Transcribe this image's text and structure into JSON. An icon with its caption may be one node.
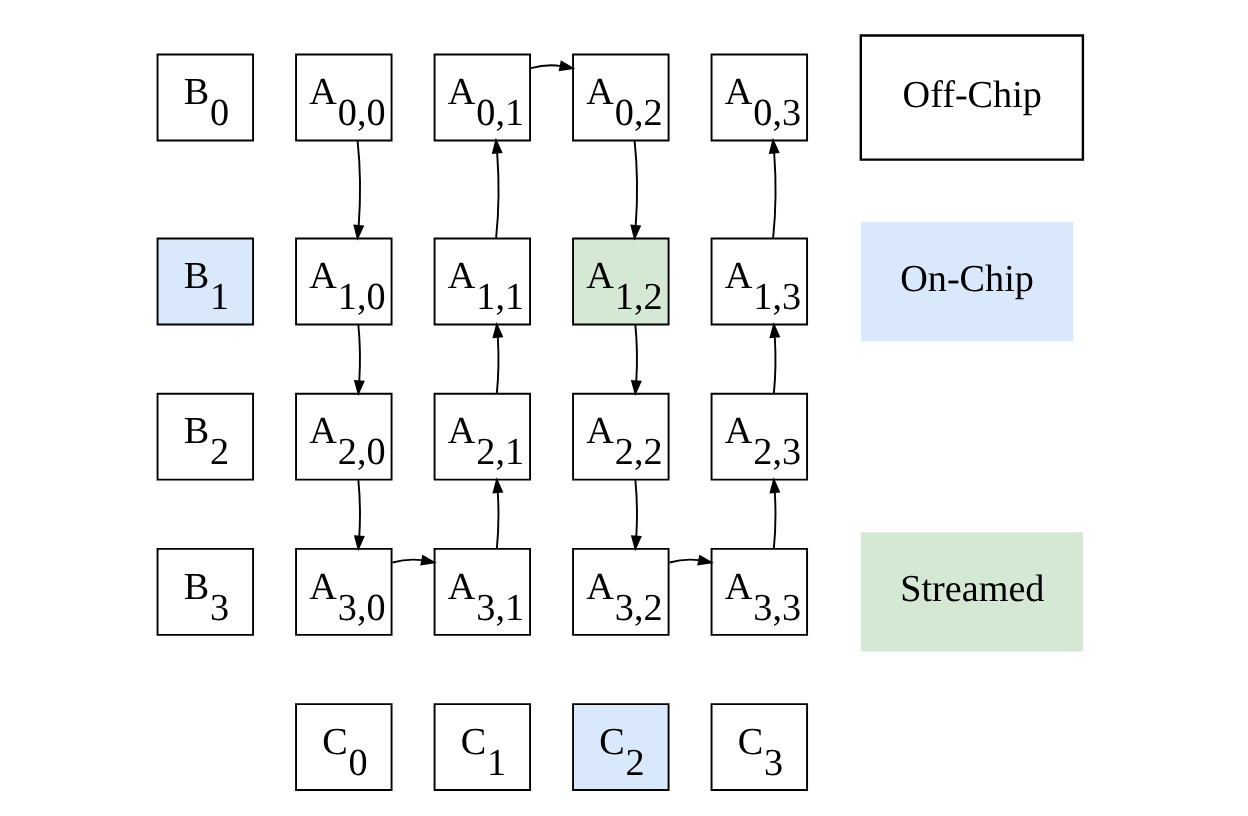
{
  "diagram": {
    "nodes": [
      {
        "text": [
          "B$_{0}$"
        ]
      },
      {
        "text": [
          "A$_{0,0}$"
        ]
      },
      {
        "text": [
          "A$_{0,1}$"
        ]
      },
      {
        "text": [
          "A$_{0,2}$"
        ]
      },
      {
        "text": [
          "A$_{0,3}$"
        ]
      },
      {
        "text": [
          "B$_{1}$"
        ]
      },
      {
        "text": [
          "A$_{1,0}$"
        ]
      },
      {
        "text": [
          "A$_{1,1}$"
        ]
      },
      {
        "text": [
          "A$_{1,2}$"
        ]
      },
      {
        "text": [
          "A$_{1,3}$"
        ]
      },
      {
        "text": [
          "B$_{2}$"
        ]
      },
      {
        "text": [
          "A$_{2,0}$"
        ]
      },
      {
        "text": [
          "A$_{2,1}$"
        ]
      },
      {
        "text": [
          "A$_{2,2}$"
        ]
      },
      {
        "text": [
          "A$_{2,3}$"
        ]
      },
      {
        "text": [
          "B$_{3}$"
        ]
      },
      {
        "text": [
          "A$_{3,0}$"
        ]
      },
      {
        "text": [
          "A$_{3,1}$"
        ]
      },
      {
        "text": [
          "A$_{3,2}$"
        ]
      },
      {
        "text": [
          "A$_{3,3}$"
        ]
      },
      {
        "text": [
          "C$_{0}$"
        ]
      },
      {
        "text": [
          "C$_{1}$"
        ]
      },
      {
        "text": [
          "C$_{2}$"
        ]
      },
      {
        "text": [
          "C$_{3}$"
        ]
      }
    ],
    "edges": [
      {
        "from": 1,
        "to": 6,
        "arrow": "to"
      },
      {
        "from": 6,
        "to": 11,
        "arrow": "to"
      },
      {
        "from": 11,
        "to": 16,
        "arrow": "to"
      },
      {
        "from": 16,
        "to": 17,
        "arrow": "to"
      },
      {
        "from": 17,
        "to": 12,
        "arrow": "to"
      },
      {
        "from": 12,
        "to": 7,
        "arrow": "to"
      },
      {
        "from": 7,
        "to": 2,
        "arrow": "to"
      },
      {
        "from": 2,
        "to": 3,
        "arrow": "to"
      },
      {
        "from": 3,
        "to": 8,
        "arrow": "to"
      },
      {
        "from": 8,
        "to": 13,
        "arrow": "to"
      },
      {
        "from": 13,
        "to": 18,
        "arrow": "to"
      },
      {
        "from": 18,
        "to": 19,
        "arrow": "to"
      },
      {
        "from": 19,
        "to": 14,
        "arrow": "to"
      },
      {
        "from": 14,
        "to": 9,
        "arrow": "to"
      },
      {
        "from": 9,
        "to": 4,
        "arrow": "to"
      }
    ],
    "legend": [
      {
        "text": "Off-Chip",
        "color": "#ffffff"
      },
      {
        "text": "On-Chip",
        "color": "#dae8fc"
      },
      {
        "text": "Streamed",
        "color": "#d5e8d4"
      }
    ]
  }
}
